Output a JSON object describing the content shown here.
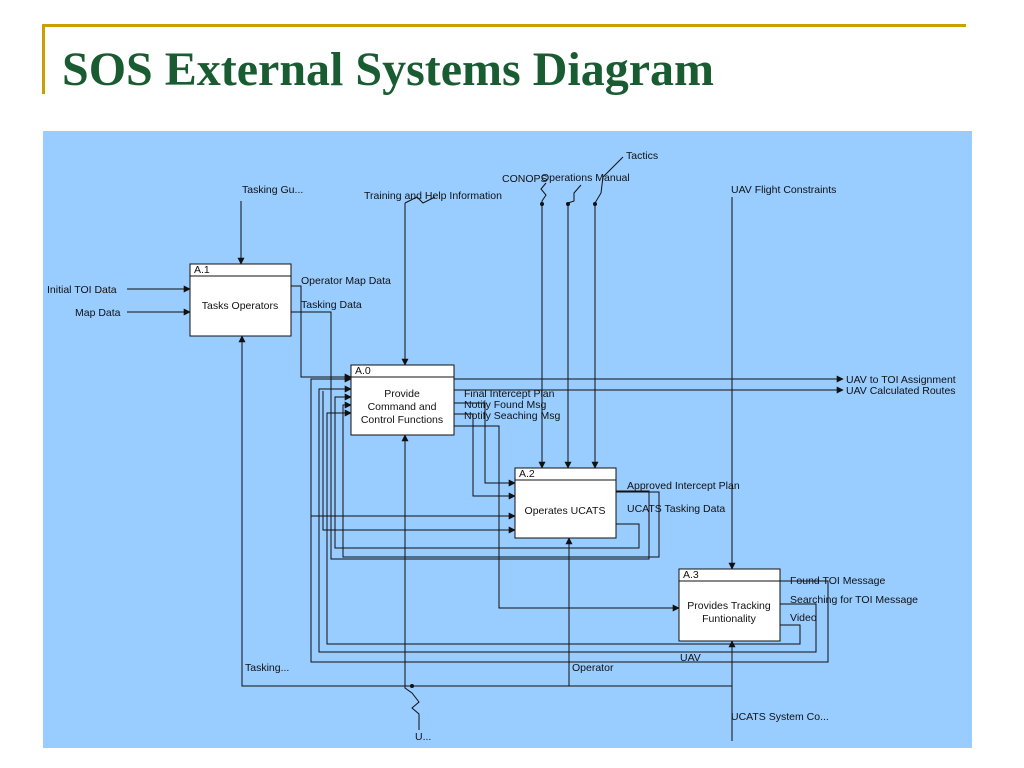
{
  "page_title": "SOS External Systems Diagram",
  "activities": [
    {
      "id": "A.1",
      "name_lines": [
        "Tasks Operators"
      ]
    },
    {
      "id": "A.0",
      "name_lines": [
        "Provide",
        "Command and",
        "Control Functions"
      ]
    },
    {
      "id": "A.2",
      "name_lines": [
        "Operates UCATS"
      ]
    },
    {
      "id": "A.3",
      "name_lines": [
        "Provides Tracking",
        "Funtionality"
      ]
    }
  ],
  "external_inputs": {
    "initial_toi": "Initial TOI Data",
    "map_data": "Map Data"
  },
  "controls": {
    "tasking_guidance": "Tasking Gu...",
    "training_help": "Training and Help Information",
    "conops": "CONOPS",
    "operations_manual": "Operations Manual",
    "tactics": "Tactics",
    "uav_flight_constraints": "UAV Flight Constraints"
  },
  "flows": {
    "operator_map_data": "Operator Map Data",
    "tasking_data": "Tasking Data",
    "final_intercept_plan": "Final Intercept Plan",
    "notify_found_msg": "Notify Found Msg",
    "notify_seaching_msg": "Notify Seaching Msg",
    "approved_intercept_plan": "Approved Intercept Plan",
    "ucats_tasking_data": "UCATS Tasking Data",
    "found_toi_message": "Found TOI Message",
    "searching_toi_message": "Searching for TOI Message",
    "video": "Video",
    "uav": "UAV"
  },
  "external_outputs": {
    "uav_to_toi": "UAV to TOI Assignment",
    "uav_routes": "UAV Calculated Routes"
  },
  "mechanisms": {
    "tasking": "Tasking...",
    "operator": "Operator",
    "u": "U...",
    "ucats_system": "UCATS System Co..."
  }
}
